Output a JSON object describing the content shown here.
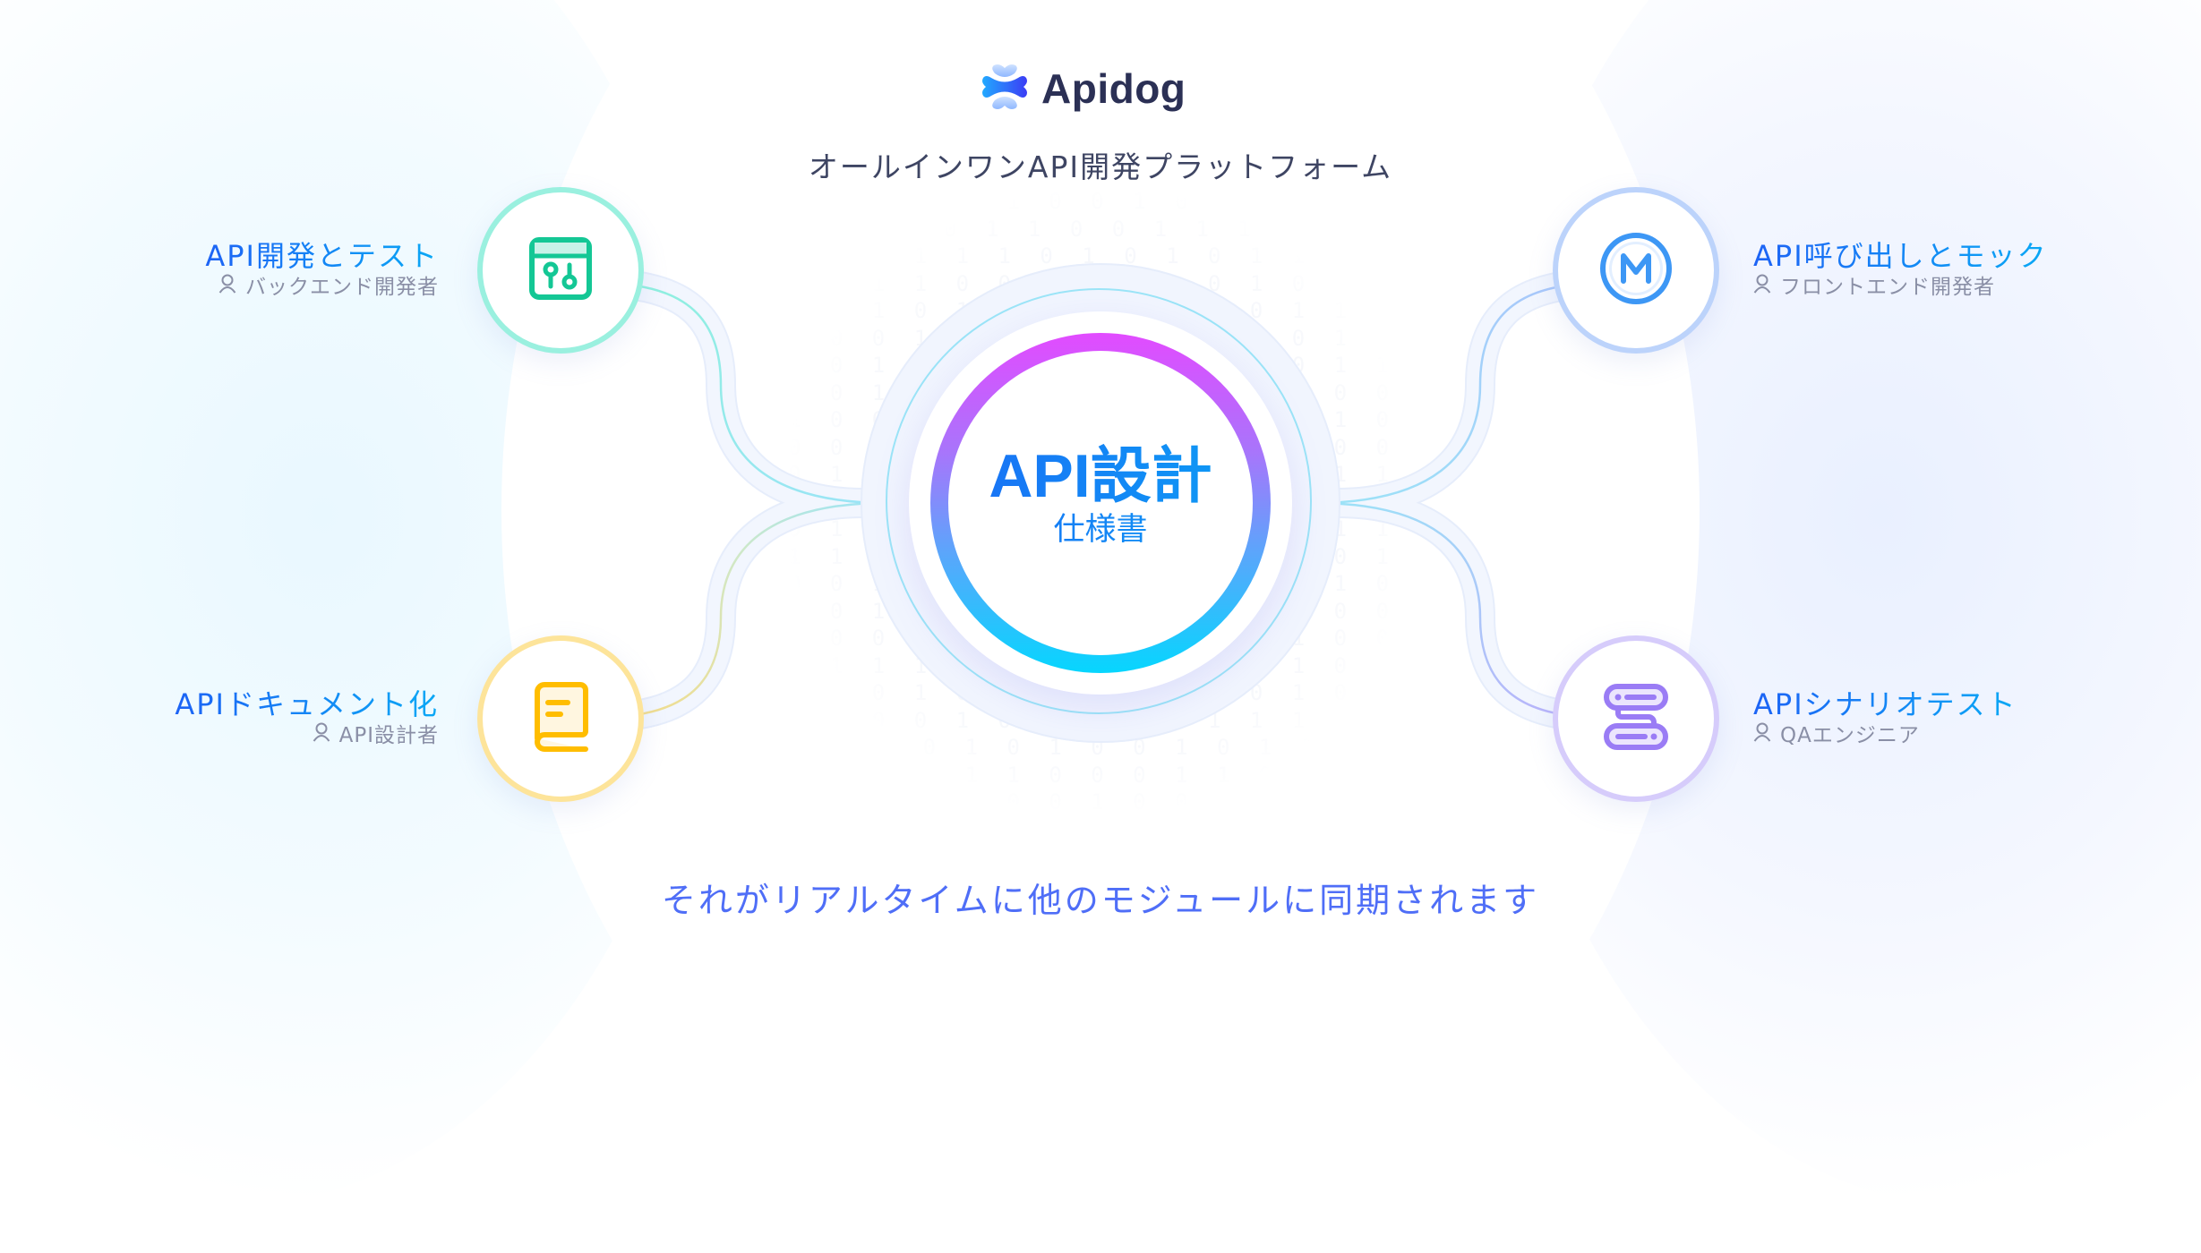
{
  "brand": {
    "name": "Apidog",
    "logo_icon": "apidog-bone-logo-icon"
  },
  "tagline": "オールインワンAPI開発プラットフォーム",
  "core": {
    "title": "API設計",
    "subtitle": "仕様書",
    "ring_gradient": [
      "#e24bff",
      "#a875fb",
      "#5aa6fb",
      "#06d6fe"
    ]
  },
  "modules": [
    {
      "id": "dev-test",
      "title": "API開発とテスト",
      "role": "バックエンド開発者",
      "icon": "window-sliders-icon",
      "color": "#14c795",
      "ring": "#9af0df",
      "position": "top-left"
    },
    {
      "id": "docs",
      "title": "APIドキュメント化",
      "role": "API設計者",
      "icon": "book-icon",
      "color": "#ffbd00",
      "ring": "#fde49a",
      "position": "bottom-left"
    },
    {
      "id": "mock",
      "title": "API呼び出しとモック",
      "role": "フロントエンド開発者",
      "icon": "mock-m-circle-icon",
      "color": "#3d97f5",
      "ring": "#bcd3fb",
      "position": "top-right"
    },
    {
      "id": "scenario",
      "title": "APIシナリオテスト",
      "role": "QAエンジニア",
      "icon": "server-flow-icon",
      "color": "#9a7cf5",
      "ring": "#d6ccfb",
      "position": "bottom-right"
    }
  ],
  "footer": "それがリアルタイムに他のモジュールに同期されます",
  "background_binary": [
    "0 0 0 0 1 0 0 1 0 1 1 1 1",
    "1 1 1 0 1 1 0 0 1 1 1 1 0 0",
    "0 0 0 1 1 1 0 1 0 1 0 1 1 0 1 1 1 1",
    "1 1 1 1 0 0 0 0 1 0 0 1 0 0 1 0 0 1 0",
    "0 0 1 0 1 0 0 1 1 0 0 0 1 1 0 0 1 0 0",
    "1 0 0 1 1 1 0 1 1 0 0 1 0 1 1 1 1 0 1",
    "1 0 1 0 0 1 0 1 0 1 1 1 0 1 1 0 1 1 0",
    "0 0 1 1 0 0 1 0 0 1 0 1 1 0 0 1 0 1 0",
    "1 0 0 0 1 0 1 0 0 1 0 0 0 1 0 0 1 0 0",
    "0 0 1 1 0 0 0 1 0 1 0 0 1 0 0 0 0 1 1",
    "0 1 0 1 0 0 1 1 1 0 1 0 0 1 1 0 0 1 0",
    "1 1 0 0 1 0 1 0 1 1 0 1 1 0 1 0 1 1 1",
    "0 1 1 1 0 1 0 1 1 0 1 0 0 1 1 1 1 1 0",
    "1 1 1 1 0 1 1 1 0 0 1 0 1 0 1 1 1 1 0",
    "0 0 1 1 0 1 0 1 0 1 1 0 0 1 0 0 0 0 1",
    "1 0 1 1 0 1 1 0 1 0 0 1 1 0 0 0 0 0 1",
    "0 0 0 1 1 0 0 1 0 1 1 0 1 0 0 1 0 1 1",
    "1 1 1 1 0 0 1 0 1 0 1 0 1 0 0 0 0 1",
    "0 0 0 1 0 1 0 0 1 0 1 0 1 0 0 0 1",
    "0 0 0 0 1 0 1 0 1 0 1 1 1 0 0 0 1",
    "1 0 1 0 1 0 1 0 0 1 0 1 1 1 1",
    "1 1 1 1 1 0 0 0 1 1 0 1 0",
    "1 0 0 0 0 1 0 0 1 1 0"
  ]
}
